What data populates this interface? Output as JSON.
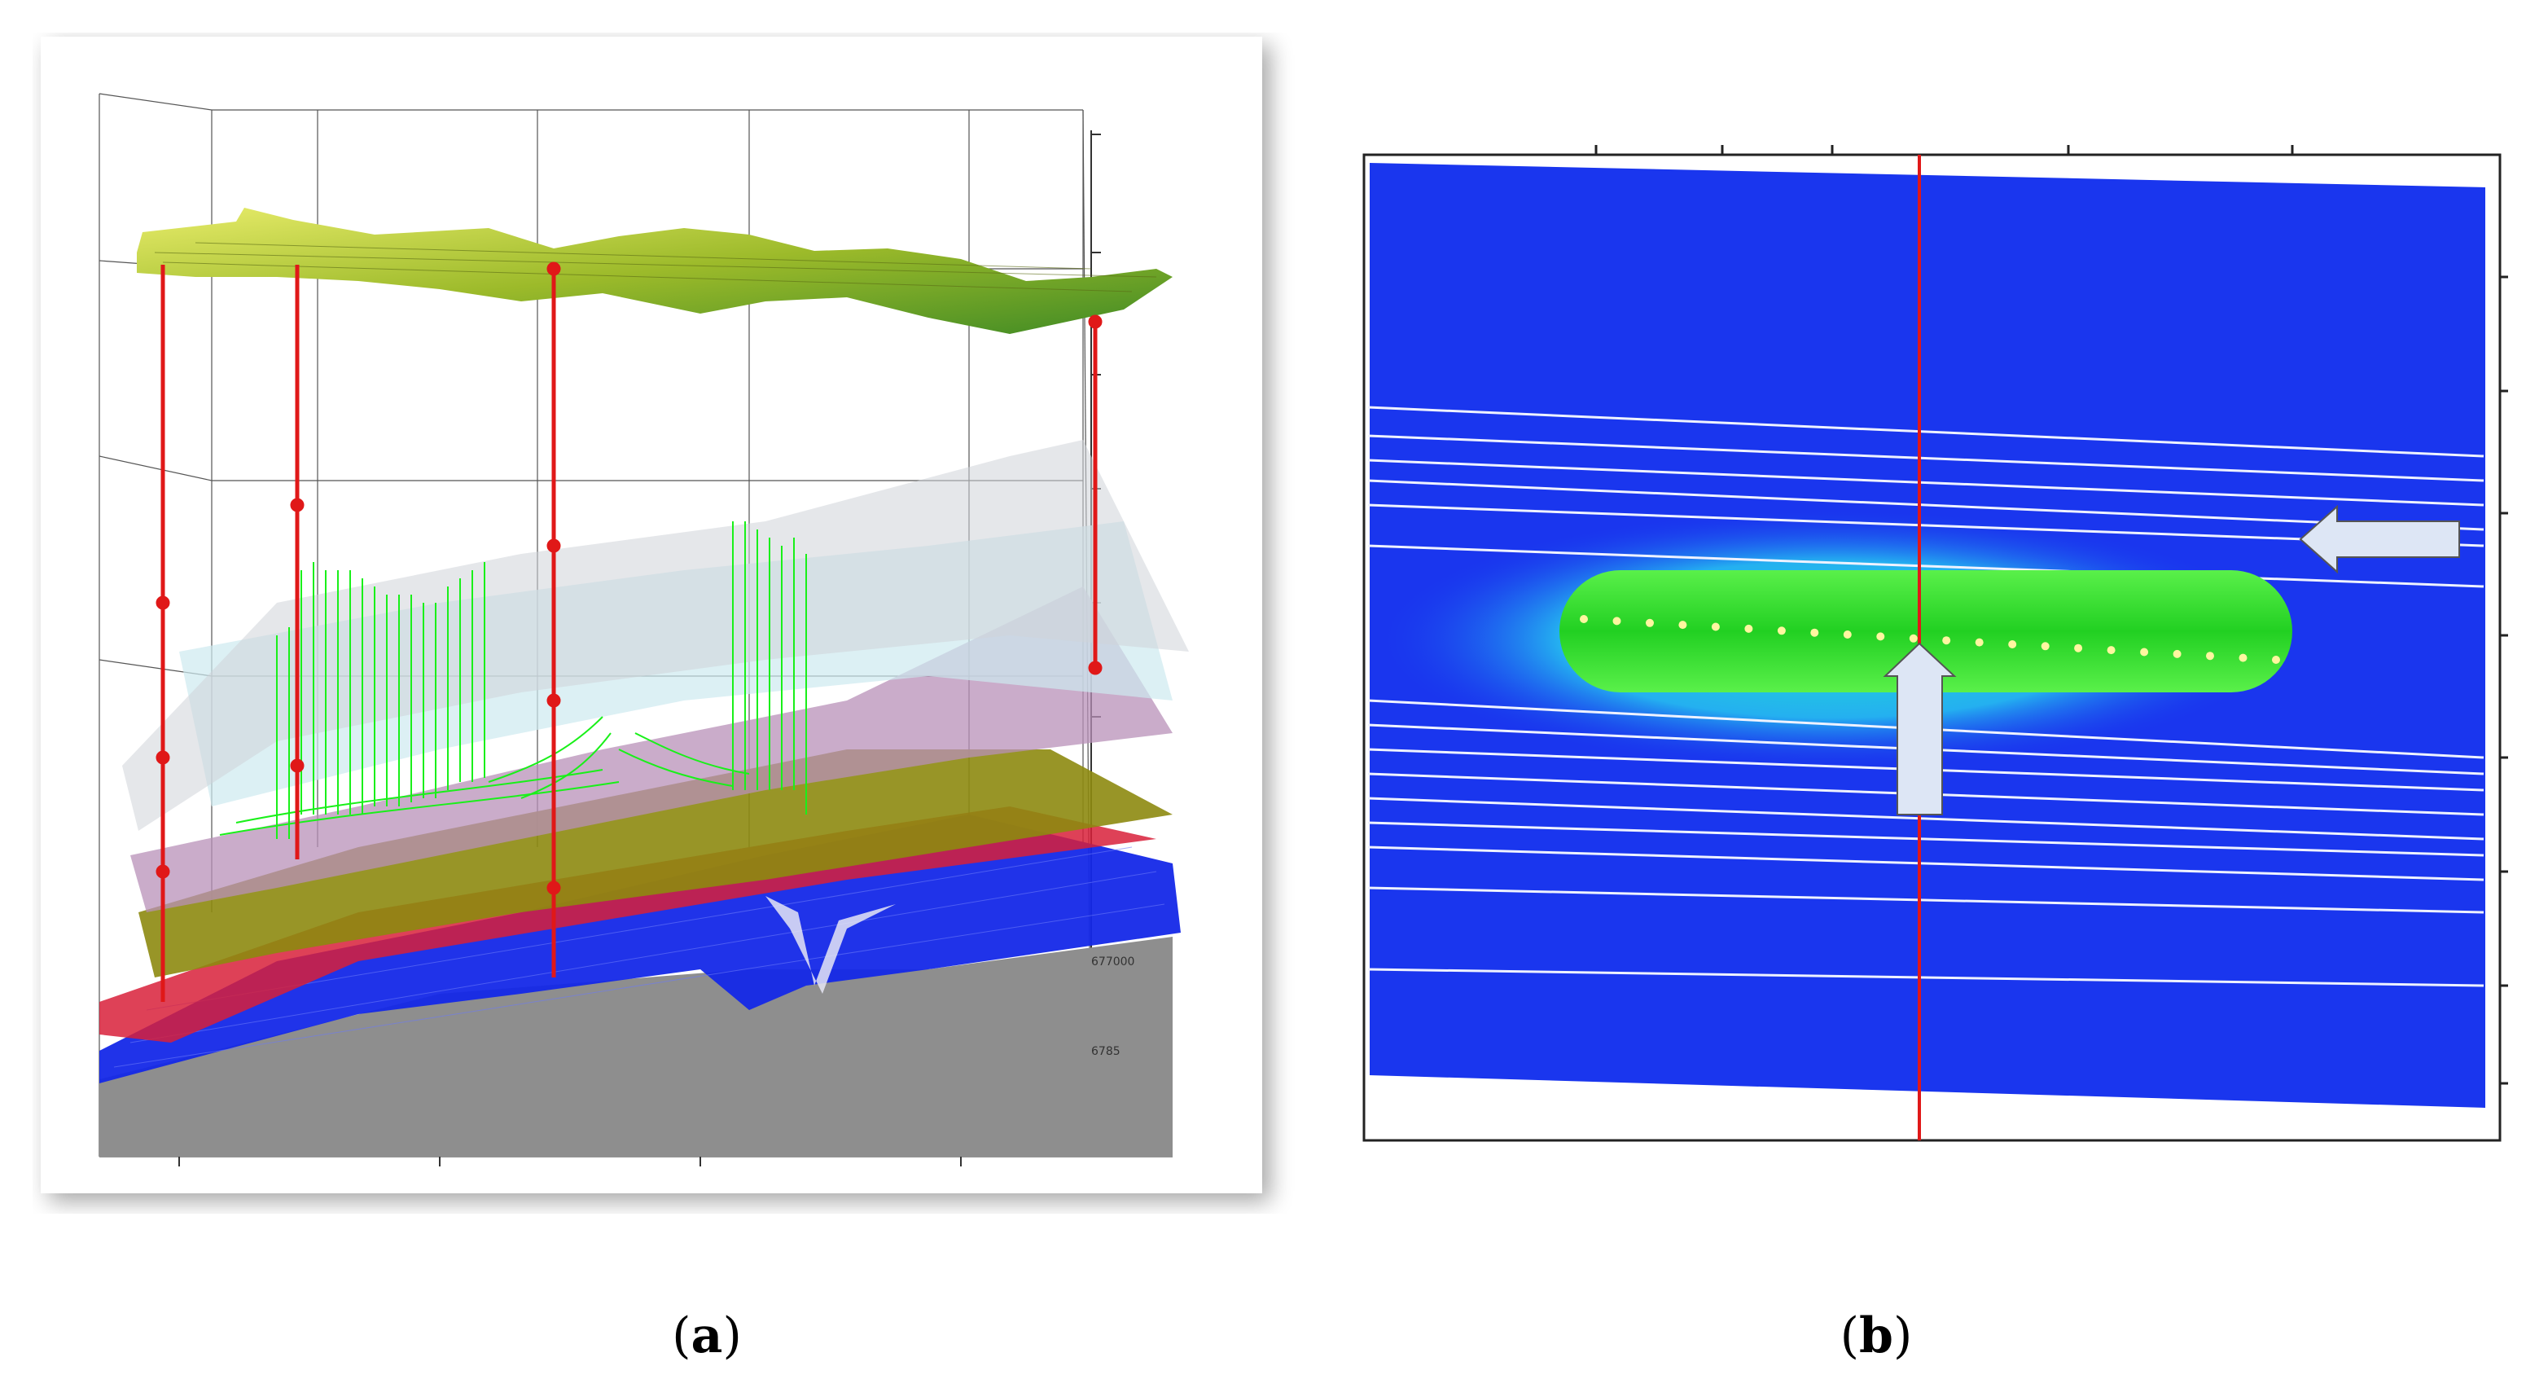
{
  "captions": {
    "a": {
      "open": "(",
      "letter": "a",
      "close": ")"
    },
    "b": {
      "open": "(",
      "letter": "b",
      "close": ")"
    }
  },
  "panel_a": {
    "axis_labels": [
      "677000",
      "6785"
    ],
    "layer_colors": {
      "top_surface": "#b8c43a",
      "light_gray": "#cfd4d8",
      "light_cyan": "#cdeaf0",
      "pink": "#b890b8",
      "olive": "#8d8a10",
      "red_band": "#d8203a",
      "blue_mesh": "#1428e8",
      "base_gray": "#8e8e8e",
      "wells": "#e01818",
      "streamlines": "#19f019"
    }
  },
  "panel_b": {
    "colors": {
      "background": "#1a36ee",
      "plume_core": "#22e022",
      "plume_halo": "#20d8e0",
      "section_line": "#e01818",
      "arrows": "#dde6f5"
    },
    "well_count": 22
  },
  "icons": [
    "up-arrow-icon",
    "left-arrow-icon"
  ]
}
